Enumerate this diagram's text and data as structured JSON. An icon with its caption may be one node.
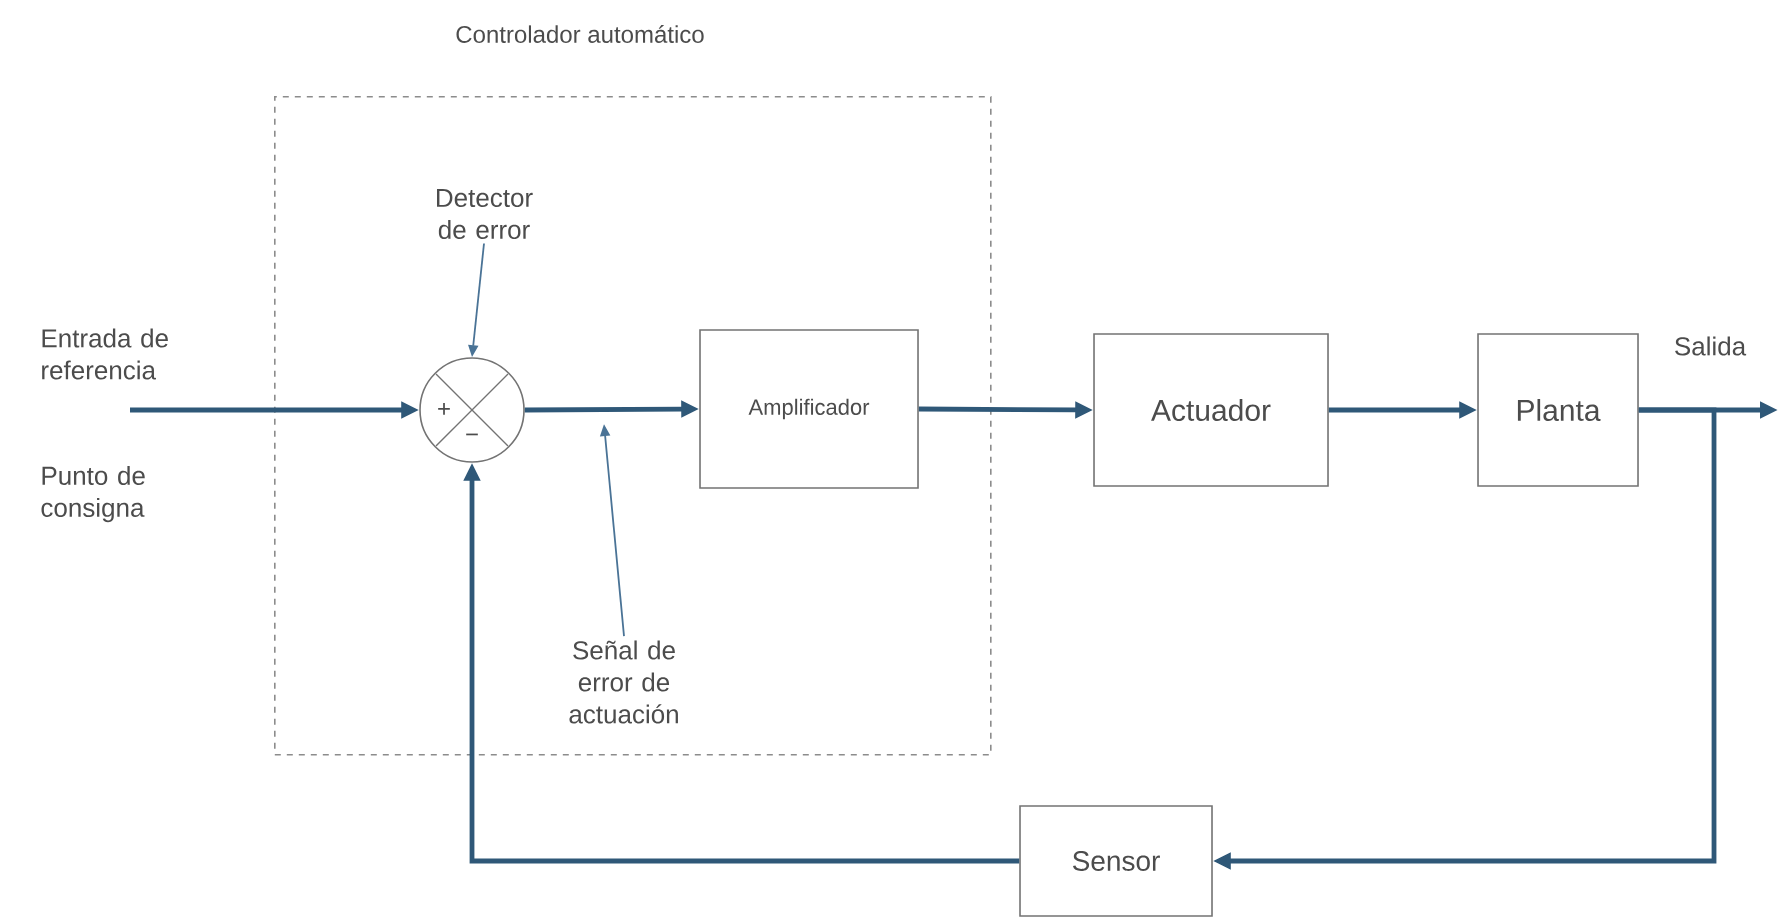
{
  "diagram": {
    "nodes": [
      {
        "text": [
          "Controlador automático"
        ]
      },
      {
        "text": [
          "+",
          "−"
        ],
        "in": 0
      },
      {
        "text": [
          "Amplificador"
        ],
        "in": 0
      },
      {
        "text": [
          "Actuador"
        ]
      },
      {
        "text": [
          "Planta"
        ]
      },
      {
        "text": [
          "Sensor"
        ]
      },
      {
        "text": [
          "Detector de error"
        ],
        "in": 0
      },
      {
        "text": [
          "Señal de error de actuación"
        ],
        "in": 0
      }
    ],
    "edges": [
      {
        "from": null,
        "to": 1,
        "arrow": "to"
      },
      {
        "from": 6,
        "to": 1,
        "arrow": "to"
      },
      {
        "from": 1,
        "to": 2,
        "arrow": "to"
      },
      {
        "from": 7,
        "to": null,
        "arrow": "to"
      },
      {
        "from": 2,
        "to": 3,
        "arrow": "to"
      },
      {
        "from": 3,
        "to": 4,
        "arrow": "to"
      },
      {
        "from": 4,
        "to": null,
        "arrow": "to",
        "label": "Salida"
      },
      {
        "from": 4,
        "to": 5,
        "arrow": "to"
      },
      {
        "from": 5,
        "to": 1,
        "arrow": "to"
      }
    ],
    "labels": [
      "Entrada de referencia",
      "Punto de consigna"
    ]
  }
}
